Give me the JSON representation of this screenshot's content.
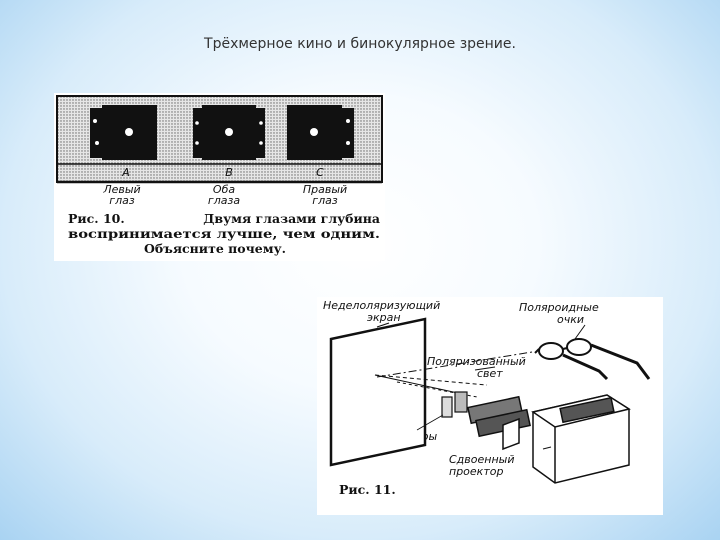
{
  "slide": {
    "title": "Трёхмерное кино и бинокулярное зрение."
  },
  "figure1": {
    "panels": [
      {
        "letter": "A",
        "label_line1": "Левый",
        "label_line2": "глаз"
      },
      {
        "letter": "B",
        "label_line1": "Оба",
        "label_line2": "глаза"
      },
      {
        "letter": "C",
        "label_line1": "Правый",
        "label_line2": "глаз"
      }
    ],
    "caption_line1_num": "Рис. 10.",
    "caption_line1_text": "Двумя глазами глубина",
    "caption_line2": "воспринимается лучше, чем одним.",
    "caption_line3": "Объясните почему."
  },
  "figure2": {
    "label_screen_line1": "Неделоляризующий",
    "label_screen_line2": "экран",
    "label_glasses_line1": "Поляроидные",
    "label_glasses_line2": "очки",
    "label_light_line1": "Поляризованный",
    "label_light_line2": "свет",
    "label_filters": "Фильтры",
    "label_projector_line1": "Сдвоенный",
    "label_projector_line2": "проектор",
    "caption": "Рис. 11."
  }
}
